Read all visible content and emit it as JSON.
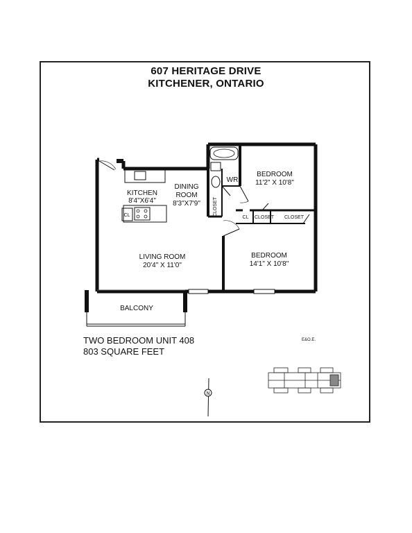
{
  "header": {
    "address_line1": "607 HERITAGE DRIVE",
    "address_line2": "KITCHENER, ONTARIO"
  },
  "rooms": {
    "kitchen": {
      "name": "KITCHEN",
      "dims": "8'4\"X6'4\""
    },
    "dining": {
      "name_line1": "DINING",
      "name_line2": "ROOM",
      "dims": "8'3\"X7'9\""
    },
    "living": {
      "name": "LIVING ROOM",
      "dims": "20'4\" X 11'0\""
    },
    "bedroom1": {
      "name": "BEDROOM",
      "dims": "11'2\" X 10'8\""
    },
    "bedroom2": {
      "name": "BEDROOM",
      "dims": "14'1\" X 10'8\""
    },
    "washroom": {
      "name": "WR"
    },
    "balcony": {
      "name": "BALCONY"
    },
    "closet_vertical": {
      "name": "CLOSET"
    },
    "closet_a": {
      "name": "CLOSET"
    },
    "closet_b": {
      "name": "CLOSET"
    },
    "cl_kitchen": {
      "name": "CL"
    },
    "cl_hall": {
      "name": "CL"
    }
  },
  "unit": {
    "line1": "TWO BEDROOM UNIT 408",
    "line2": "803 SQUARE FEET"
  },
  "disclaimer": "E&O.E.",
  "compass": {
    "label": "N"
  }
}
